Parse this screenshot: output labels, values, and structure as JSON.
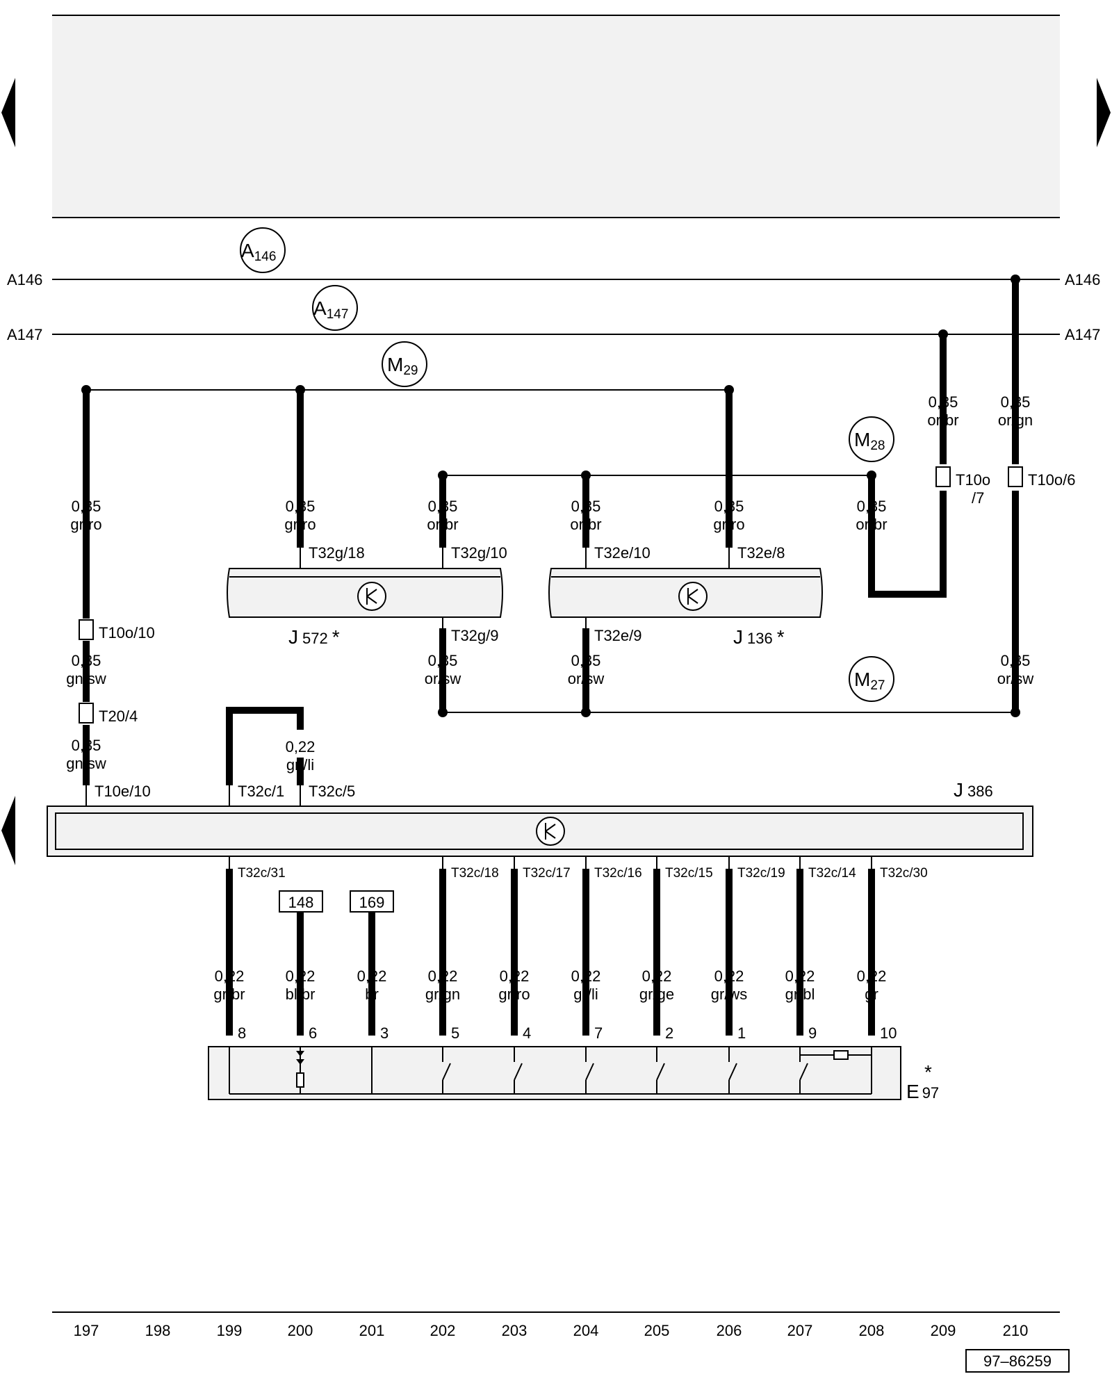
{
  "rails": [
    {
      "id": "A146",
      "left": "A146",
      "right": "A146"
    },
    {
      "id": "A147",
      "left": "A147",
      "right": "A147"
    }
  ],
  "circle_marks": [
    {
      "main": "A",
      "sub": "146"
    },
    {
      "main": "A",
      "sub": "147"
    },
    {
      "main": "M",
      "sub": "29"
    },
    {
      "main": "M",
      "sub": "28"
    },
    {
      "main": "M",
      "sub": "27"
    }
  ],
  "wires": [
    {
      "size": "0,35",
      "color": "gr/ro"
    },
    {
      "size": "0,35",
      "color": "gr/ro"
    },
    {
      "size": "0,35",
      "color": "or/br"
    },
    {
      "size": "0,35",
      "color": "or/br"
    },
    {
      "size": "0,35",
      "color": "gr/ro"
    },
    {
      "size": "0,35",
      "color": "or/br"
    },
    {
      "size": "0,35",
      "color": "or/br"
    },
    {
      "size": "0,35",
      "color": "or/gn"
    },
    {
      "size": "0,35",
      "color": "gn/sw"
    },
    {
      "size": "0,35",
      "color": "gn/sw"
    },
    {
      "size": "0,35",
      "color": "or/sw"
    },
    {
      "size": "0,35",
      "color": "or/sw"
    },
    {
      "size": "0,35",
      "color": "or/sw"
    },
    {
      "size": "0,22",
      "color": "gn/li"
    },
    {
      "size": "0,22",
      "color": "gr/br"
    },
    {
      "size": "0,22",
      "color": "bl/br"
    },
    {
      "size": "0,22",
      "color": "br"
    },
    {
      "size": "0,22",
      "color": "gr/gn"
    },
    {
      "size": "0,22",
      "color": "gr/ro"
    },
    {
      "size": "0,22",
      "color": "gr/li"
    },
    {
      "size": "0,22",
      "color": "gr/ge"
    },
    {
      "size": "0,22",
      "color": "gr/ws"
    },
    {
      "size": "0,22",
      "color": "gr/bl"
    },
    {
      "size": "0,22",
      "color": "gr"
    }
  ],
  "pins": [
    "T32g/18",
    "T32g/10",
    "T32e/10",
    "T32e/8",
    "T32g/9",
    "T32e/9",
    "T10e/10",
    "T32c/1",
    "T32c/5",
    "T32c/31",
    "T32c/18",
    "T32c/17",
    "T32c/16",
    "T32c/15",
    "T32c/19",
    "T32c/14",
    "T32c/30"
  ],
  "connectors": [
    {
      "main": "T10o/10"
    },
    {
      "main": "T20/4"
    },
    {
      "main": "T10o",
      "sub": "/7"
    },
    {
      "main": "T10o/6"
    }
  ],
  "components": [
    {
      "letter": "J",
      "number": "572",
      "star": "*"
    },
    {
      "letter": "J",
      "number": "136",
      "star": "*"
    },
    {
      "letter": "J",
      "number": "386",
      "star": ""
    },
    {
      "letter": "E",
      "number": "97",
      "star": "*"
    }
  ],
  "refs": [
    "148",
    "169"
  ],
  "switch_pins": [
    "8",
    "6",
    "3",
    "5",
    "4",
    "7",
    "2",
    "1",
    "9",
    "10"
  ],
  "tracks": [
    "197",
    "198",
    "199",
    "200",
    "201",
    "202",
    "203",
    "204",
    "205",
    "206",
    "207",
    "208",
    "209",
    "210"
  ],
  "doc_number": "97–86259",
  "colors": {
    "panel": "#f2f2f2",
    "line": "#000000"
  },
  "icons": [
    "nav-left-arrow",
    "nav-right-arrow",
    "nav-left-arrow-lower",
    "transistor-icon",
    "led-icon",
    "resistor-icon",
    "pushbutton-switch-icon"
  ]
}
